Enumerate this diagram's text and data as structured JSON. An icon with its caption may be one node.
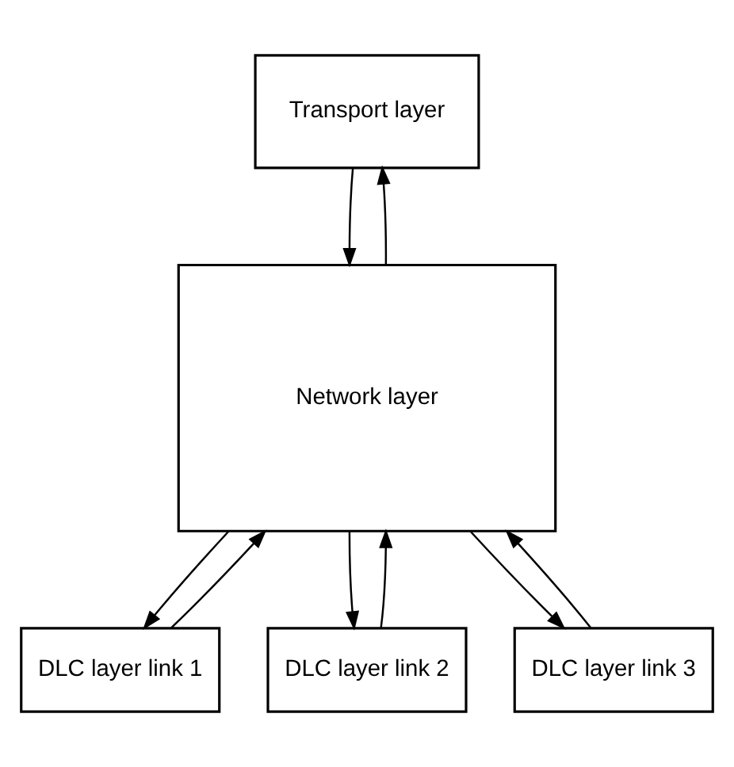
{
  "diagram": {
    "nodes": [
      {
        "text": [
          "Transport layer"
        ]
      },
      {
        "text": [
          "Network layer"
        ]
      },
      {
        "text": [
          "DLC layer link 1"
        ]
      },
      {
        "text": [
          "DLC layer link 2"
        ]
      },
      {
        "text": [
          "DLC layer link 3"
        ]
      }
    ],
    "edges": [
      {
        "from": 0,
        "to": 1,
        "arrow": "to"
      },
      {
        "from": 1,
        "to": 0,
        "arrow": "to"
      },
      {
        "from": 2,
        "to": 1,
        "arrow": "to"
      },
      {
        "from": 1,
        "to": 2,
        "arrow": "to"
      },
      {
        "from": 3,
        "to": 1,
        "arrow": "to"
      },
      {
        "from": 1,
        "to": 3,
        "arrow": "to"
      },
      {
        "from": 4,
        "to": 1,
        "arrow": "to"
      },
      {
        "from": 1,
        "to": 4,
        "arrow": "to"
      }
    ]
  }
}
